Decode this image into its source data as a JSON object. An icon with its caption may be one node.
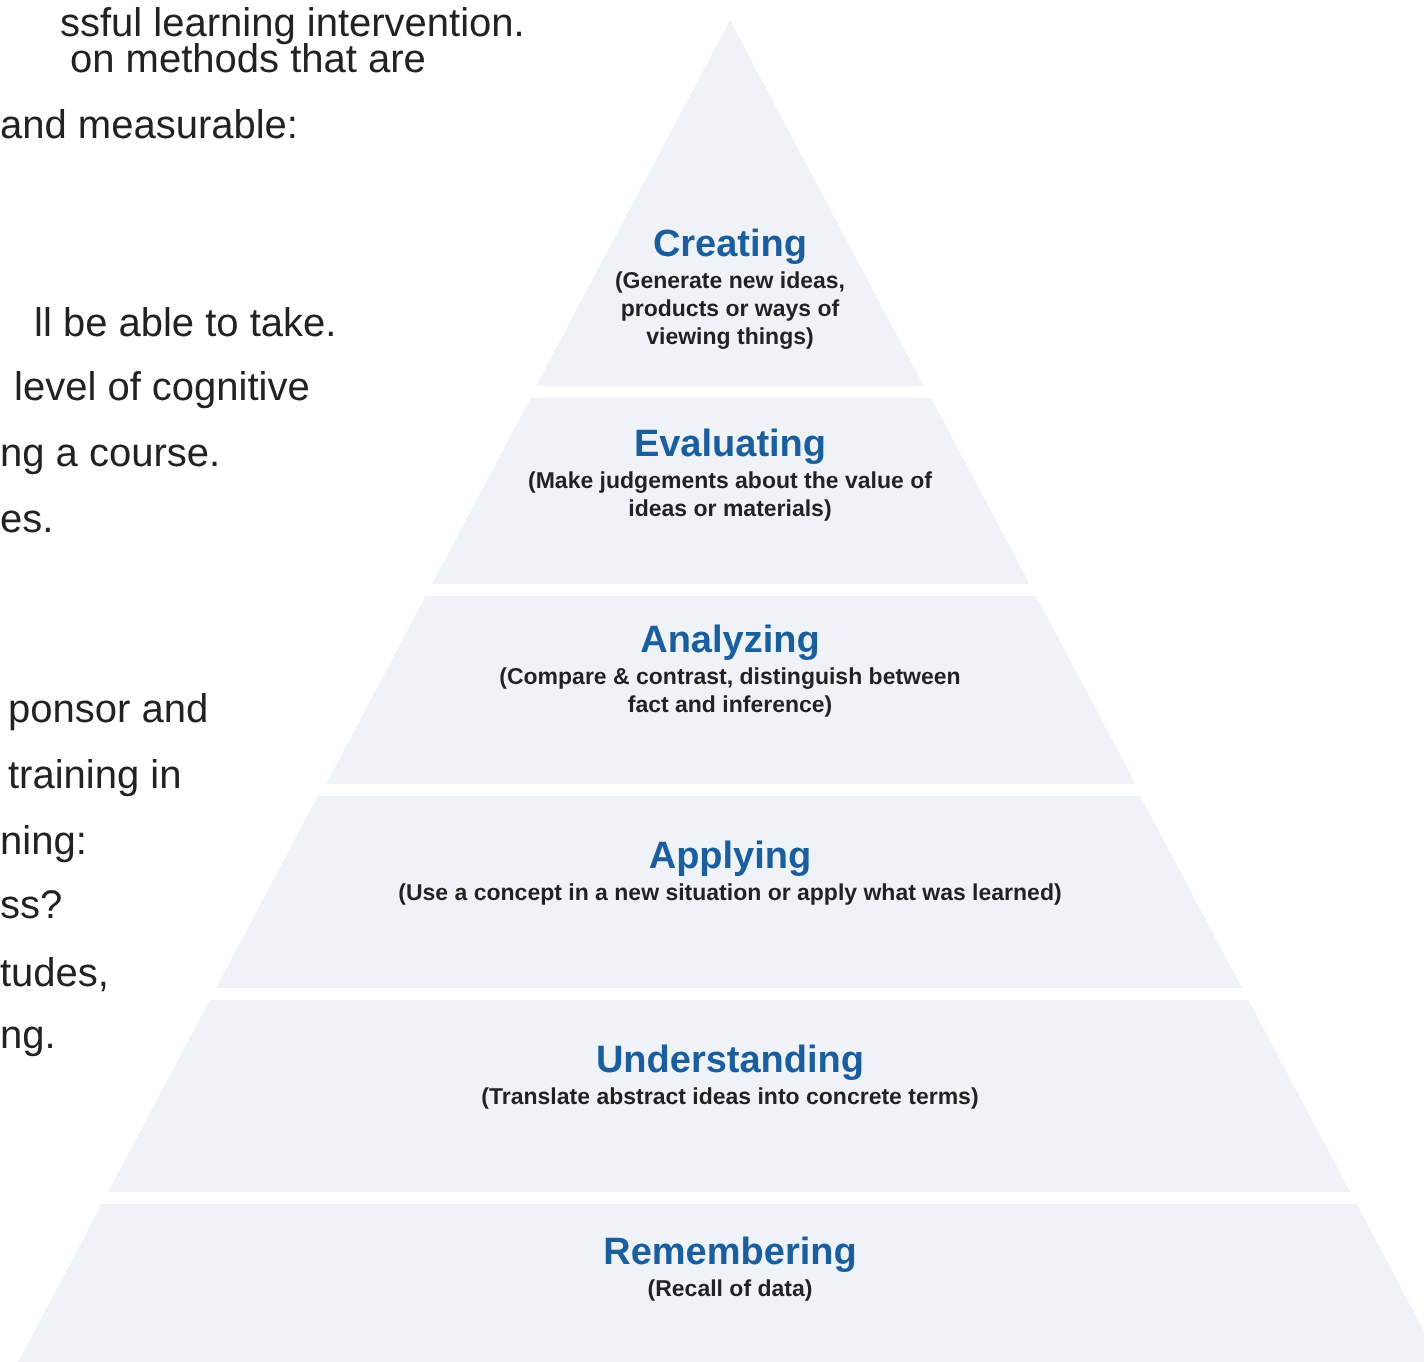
{
  "diagram": {
    "nodes": [
      {
        "text": [
          "Creating",
          "(Generate new ideas, products or ways of viewing things)"
        ]
      },
      {
        "text": [
          "Evaluating",
          "(Make judgements about the value of ideas or materials)"
        ]
      },
      {
        "text": [
          "Analyzing",
          "(Compare & contrast, distinguish between fact and inference)"
        ]
      },
      {
        "text": [
          "Applying",
          "(Use a concept in a new situation or apply what was learned)"
        ]
      },
      {
        "text": [
          "Understanding",
          "(Translate abstract ideas into concrete terms)"
        ]
      },
      {
        "text": [
          "Remembering",
          "(Recall of data)"
        ]
      }
    ],
    "edges": [],
    "labels": [
      "ssful learning intervention.",
      "on methods that are",
      "and measurable:",
      "ll be able to take.",
      "level of cognitive",
      "ng a course.",
      "es.",
      "ponsor and",
      "training in",
      "ning:",
      "ss?",
      "tudes,",
      "ng."
    ]
  }
}
